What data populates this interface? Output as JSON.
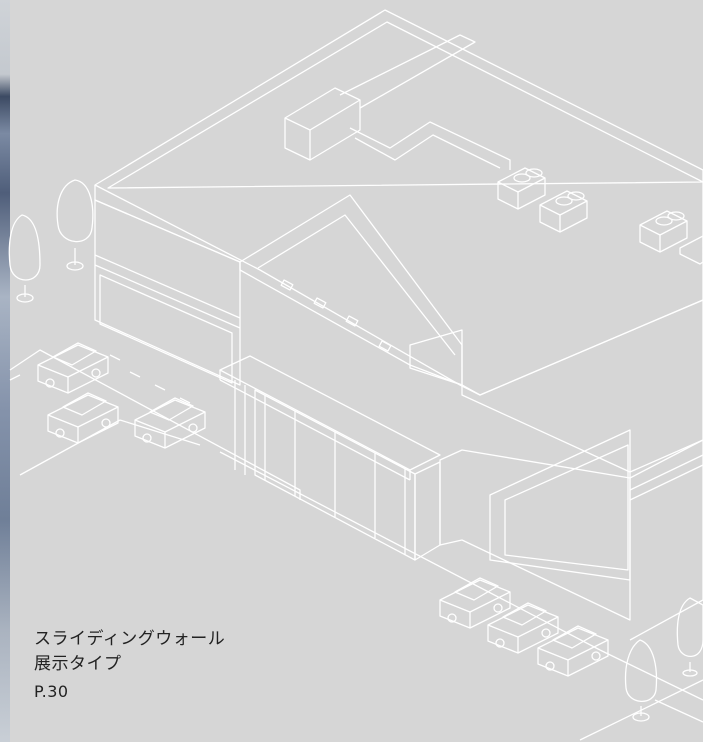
{
  "caption": {
    "line1": "スライディングウォール",
    "line2": "展示タイプ",
    "page": "P.30"
  },
  "illustration": {
    "subject": "building-line-drawing",
    "line_color": "#ffffff",
    "background_color": "#d6d6d6"
  }
}
